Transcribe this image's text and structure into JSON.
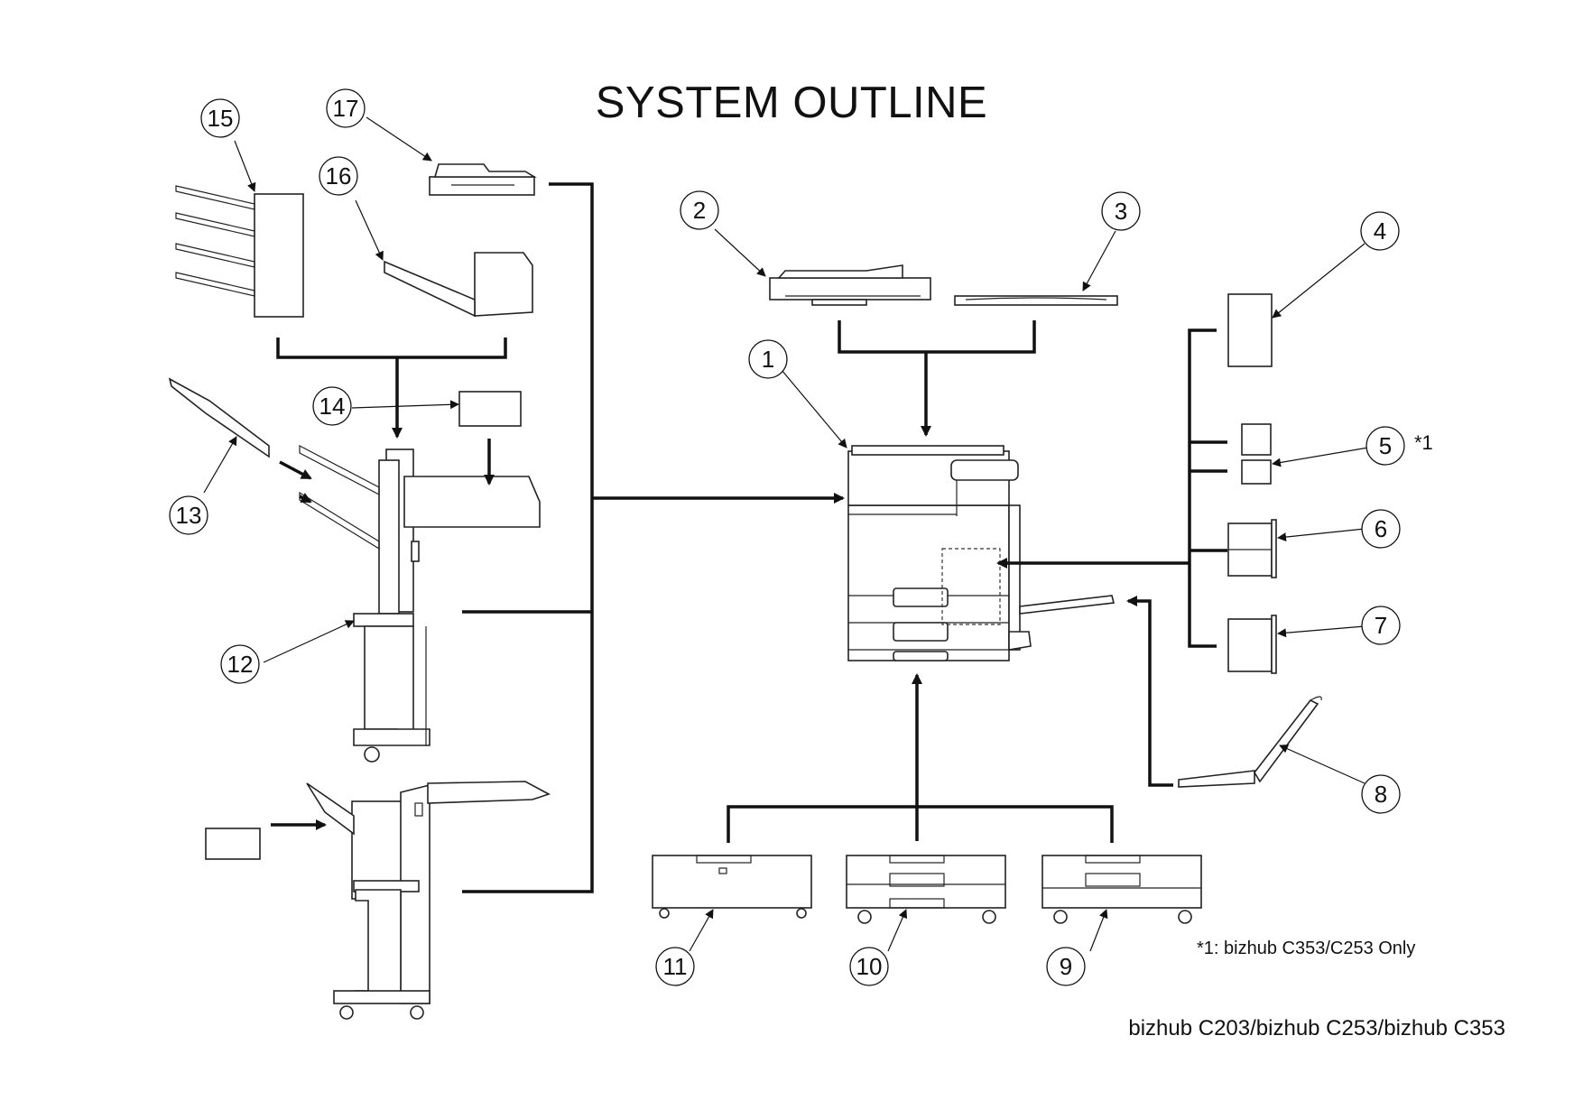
{
  "title": "SYSTEM OUTLINE",
  "footnote": "*1: bizhub C353/C253 Only",
  "model_line": "bizhub C203/bizhub C253/bizhub C353",
  "marker": "*1",
  "callouts": [
    {
      "id": "1",
      "label": "1"
    },
    {
      "id": "2",
      "label": "2"
    },
    {
      "id": "3",
      "label": "3"
    },
    {
      "id": "4",
      "label": "4"
    },
    {
      "id": "5",
      "label": "5"
    },
    {
      "id": "6",
      "label": "6"
    },
    {
      "id": "7",
      "label": "7"
    },
    {
      "id": "8",
      "label": "8"
    },
    {
      "id": "9",
      "label": "9"
    },
    {
      "id": "10",
      "label": "10"
    },
    {
      "id": "11",
      "label": "11"
    },
    {
      "id": "12",
      "label": "12"
    },
    {
      "id": "13",
      "label": "13"
    },
    {
      "id": "14",
      "label": "14"
    },
    {
      "id": "15",
      "label": "15"
    },
    {
      "id": "16",
      "label": "16"
    },
    {
      "id": "17",
      "label": "17"
    }
  ]
}
